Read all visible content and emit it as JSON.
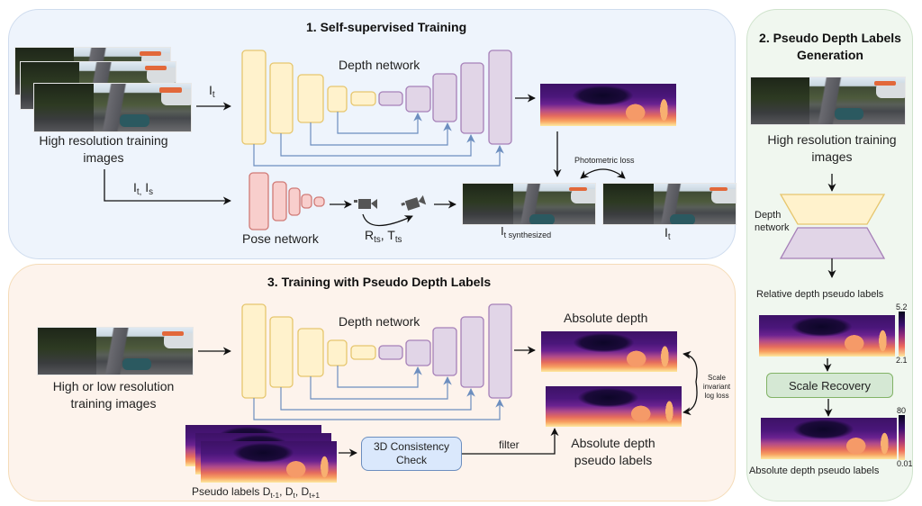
{
  "panels": {
    "self_supervised": {
      "title": "1. Self-supervised Training",
      "input_caption_line1": "High resolution training",
      "input_caption_line2": "images",
      "it_label": "I",
      "it_sub": "t",
      "itis_label_1": "I",
      "itis_sub_1": "t,",
      "itis_label_2": "I",
      "itis_sub_2": "s",
      "depth_network_label": "Depth network",
      "pose_network_label": "Pose network",
      "rt_label_1": "R",
      "rt_sub_1": "ts",
      "rt_label_2": ", T",
      "rt_sub_2": "ts",
      "synth_label": "I",
      "synth_sub": "t synthesized",
      "target_label": "I",
      "target_sub": "t",
      "loss_label": "Photometric loss"
    },
    "pseudo_generation": {
      "title_line1": "2. Pseudo Depth Labels",
      "title_line2": "Generation",
      "input_caption_line1": "High resolution training",
      "input_caption_line2": "images",
      "depth_network_label_line1": "Depth",
      "depth_network_label_line2": "network",
      "relative_label": "Relative depth pseudo labels",
      "relative_max": "5.2",
      "relative_min": "2.1",
      "scale_recovery_label": "Scale Recovery",
      "absolute_max": "80",
      "absolute_min": "0.01",
      "absolute_label": "Absolute depth pseudo labels"
    },
    "pseudo_training": {
      "title": "3.  Training with Pseudo Depth Labels",
      "input_caption_line1": "High or low resolution",
      "input_caption_line2": "training images",
      "depth_network_label": "Depth network",
      "absolute_depth_label": "Absolute depth",
      "loss_label_line1": "Scale",
      "loss_label_line2": "invariant",
      "loss_label_line3": "log loss",
      "pseudo_labels_caption": "Pseudo labels D",
      "pl_sub1": "t-1",
      "pl_mid1": ", D",
      "pl_sub2": "t",
      "pl_mid2": ", D",
      "pl_sub3": "t+1",
      "consistency_line1": "3D Consistency",
      "consistency_line2": "Check",
      "filter_label": "filter",
      "abs_pseudo_line1": "Absolute depth",
      "abs_pseudo_line2": "pseudo labels"
    }
  },
  "colors": {
    "encoder_fill": "#fff2cc",
    "encoder_stroke": "#e6c66e",
    "decoder_fill": "#e1d5e7",
    "decoder_stroke": "#a680b8",
    "pose_fill": "#f8cecc",
    "pose_stroke": "#d07a76",
    "skip_line": "#6c8ebf",
    "consistency_fill": "#dae8fc",
    "scale_recovery_fill": "#d5e8d4"
  }
}
